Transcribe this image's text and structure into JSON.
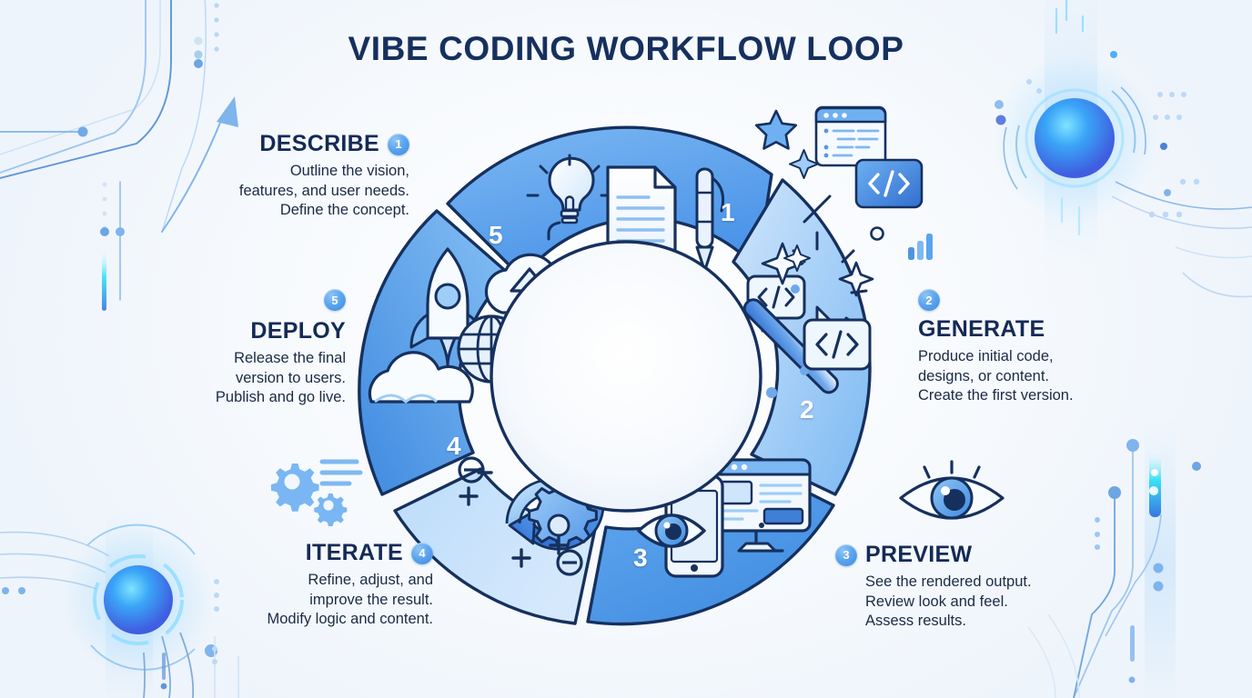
{
  "title": "VIBE CODING WORKFLOW LOOP",
  "theme": {
    "title_color": "#16305e",
    "body_text_color": "#1b2a45",
    "badge_blue": "#5aa4ef",
    "segment_deep_blue": "#3f8ae0",
    "segment_light_blue": "#bcdcfa",
    "outline_navy": "#16305e",
    "background": "#eef4fb"
  },
  "steps": [
    {
      "number": "1",
      "title": "DESCRIBE",
      "description": "Outline the vision,\nfeatures, and user needs.\nDefine the concept.",
      "icons": [
        "lightbulb-icon",
        "document-icon",
        "pen-icon"
      ]
    },
    {
      "number": "2",
      "title": "GENERATE",
      "description": "Produce initial code,\ndesigns, or content.\nCreate the first version.",
      "icons": [
        "code-bubble-icon",
        "magic-wand-icon",
        "sparkle-icon"
      ]
    },
    {
      "number": "3",
      "title": "PREVIEW",
      "description": "See the rendered output.\nReview look and feel.\nAssess results.",
      "icons": [
        "monitor-icon",
        "smartphone-icon",
        "eye-icon"
      ]
    },
    {
      "number": "4",
      "title": "ITERATE",
      "description": "Refine, adjust, and\nimprove the result.\nModify logic and content.",
      "icons": [
        "refresh-arrows-icon",
        "gear-icon",
        "plus-minus-icon"
      ]
    },
    {
      "number": "5",
      "title": "DEPLOY",
      "description": "Release the final\nversion to users.\nPublish and go live.",
      "icons": [
        "rocket-icon",
        "cloud-upload-icon",
        "globe-icon"
      ]
    }
  ],
  "decorations": [
    "circuit-traces-top-left",
    "arrow-up-right-icon",
    "glow-orb-top-right",
    "glow-orb-bottom-left",
    "code-editor-window-icon",
    "code-card-icon",
    "star-icon",
    "sparkle-icon",
    "bar-chart-icon",
    "eye-icon-decorative",
    "gears-decorative-icon",
    "circuit-traces-right",
    "circuit-traces-bottom-left"
  ]
}
